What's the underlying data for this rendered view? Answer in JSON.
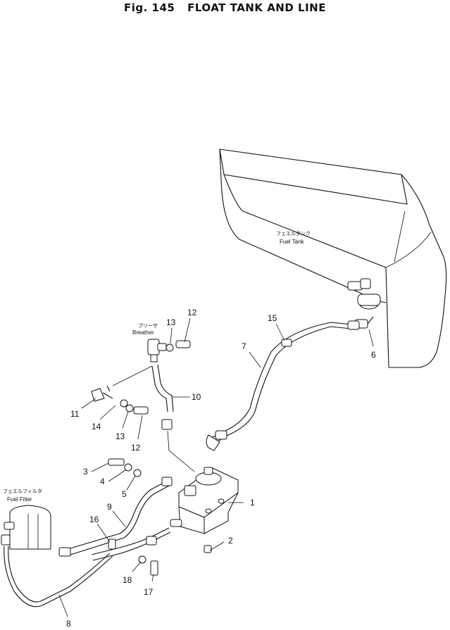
{
  "title": {
    "fig": "Fig. 145",
    "name": "FLOAT TANK AND LINE"
  },
  "labels": {
    "fuel_tank_jp": "フェエルタンク",
    "fuel_tank_en": "Fuel Tank",
    "breather_jp": "ブリーザ",
    "breather_en": "Breather",
    "fuel_filter_jp": "フェエルフィルタ",
    "fuel_filter_en": "Fuel Filter"
  },
  "callouts": {
    "c1": "1",
    "c2": "2",
    "c3": "3",
    "c4": "4",
    "c5": "5",
    "c6": "6",
    "c7": "7",
    "c8": "8",
    "c9": "9",
    "c10": "10",
    "c11": "11",
    "c12a": "12",
    "c12b": "12",
    "c13a": "13",
    "c13b": "13",
    "c14": "14",
    "c15": "15",
    "c16": "16",
    "c17": "17",
    "c18": "18"
  }
}
